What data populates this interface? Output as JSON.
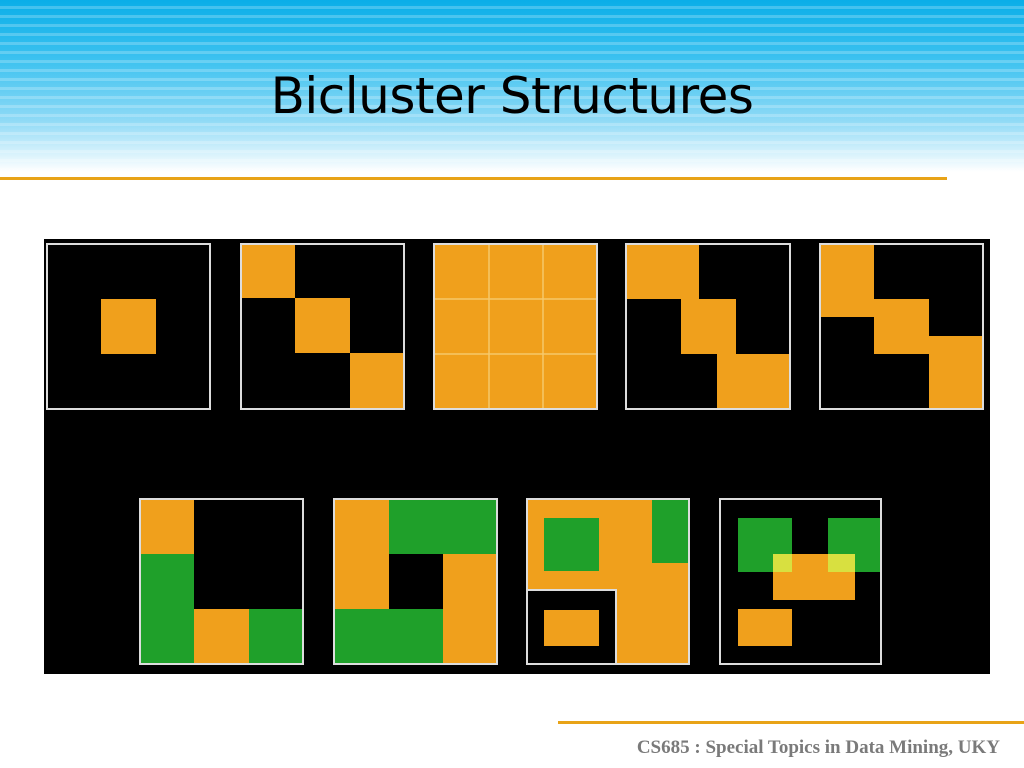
{
  "slide": {
    "title": "Bicluster Structures",
    "footer": "CS685 : Special Topics in Data Mining, UKY"
  },
  "colors": {
    "header_top": "#0aaee8",
    "accent_rule": "#e8a317",
    "bicluster_orange": "#f0a01c",
    "bicluster_green": "#1fa02a",
    "overlap_yellow": "#d8e040",
    "panel_background": "#000000",
    "panel_border": "#dddddd"
  },
  "figure": {
    "panels": [
      {
        "name": "single-bicluster"
      },
      {
        "name": "exclusive-row-column-biclusters"
      },
      {
        "name": "checkerboard-structure"
      },
      {
        "name": "exclusive-rows-biclusters"
      },
      {
        "name": "exclusive-columns-biclusters"
      },
      {
        "name": "nonoverlapping-tree-structure"
      },
      {
        "name": "nonoverlapping-nonexclusive-biclusters"
      },
      {
        "name": "overlapping-hierarchical-biclusters"
      },
      {
        "name": "arbitrarily-positioned-overlapping-biclusters"
      }
    ]
  }
}
